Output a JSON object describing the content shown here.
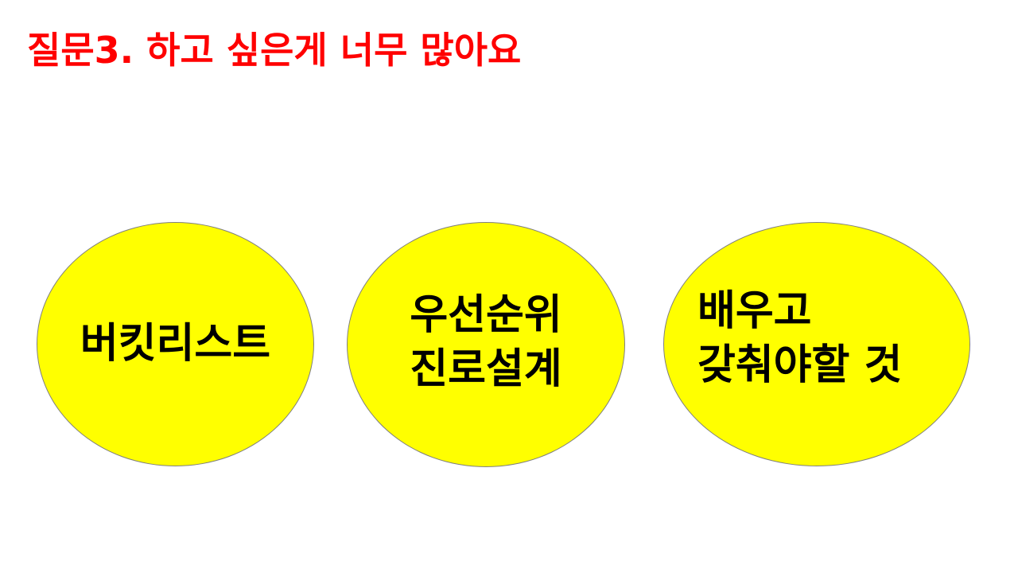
{
  "slide": {
    "title": "질문3. 하고 싶은게 너무 많아요",
    "title_color": "#ff0000",
    "ellipse_fill": "#ffff00",
    "ellipses": [
      {
        "lines": [
          "버킷리스트"
        ]
      },
      {
        "lines": [
          "우선순위",
          "진로설계"
        ]
      },
      {
        "lines": [
          "배우고",
          "갖춰야할 것"
        ]
      }
    ]
  }
}
